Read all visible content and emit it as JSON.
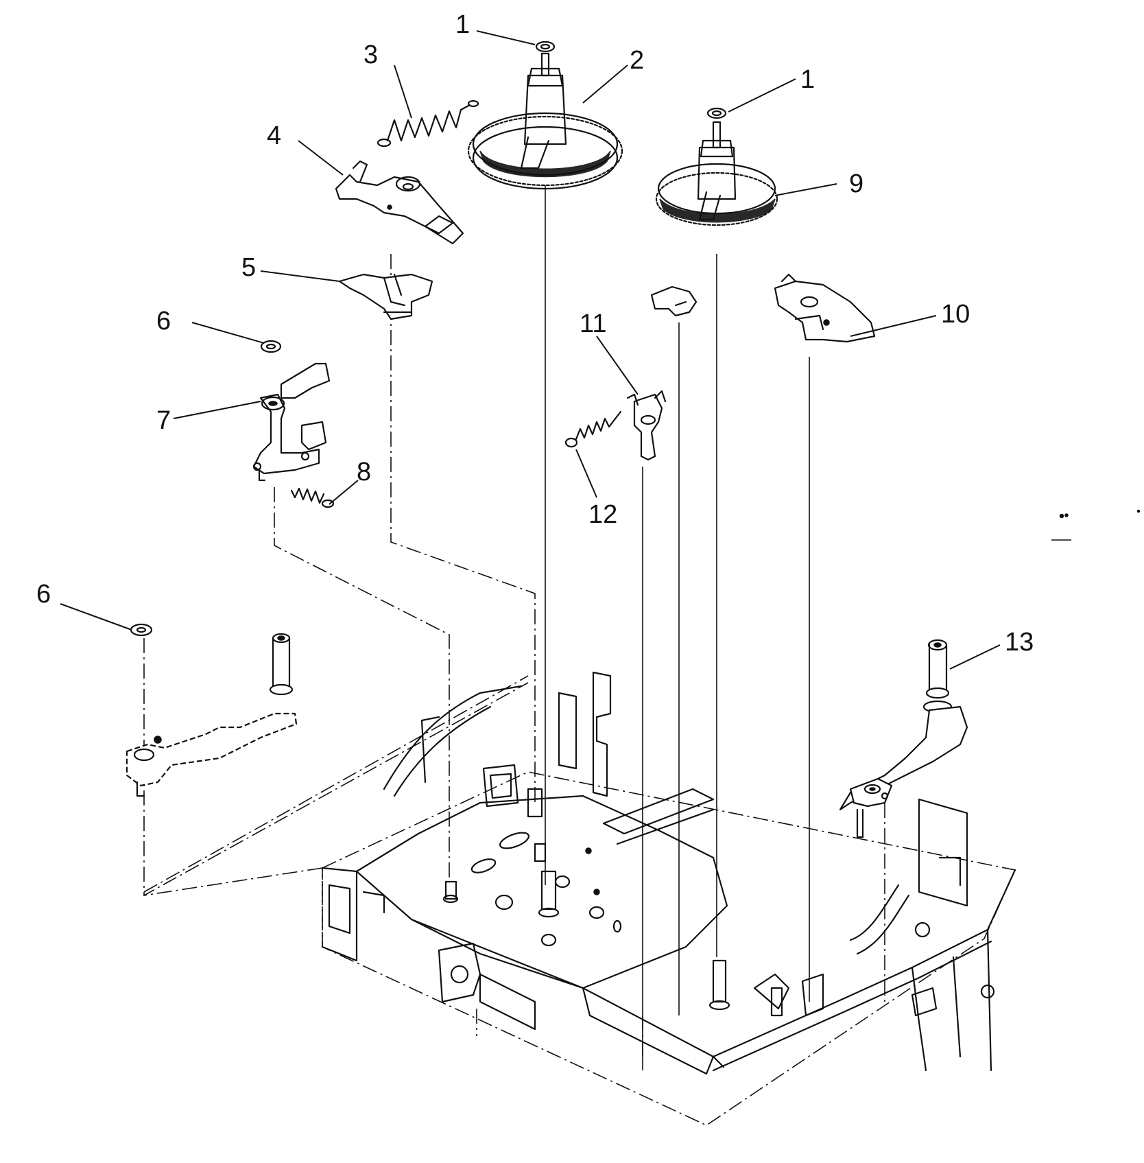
{
  "diagram": {
    "callouts": [
      {
        "id": "c1a",
        "label": "1"
      },
      {
        "id": "c2",
        "label": "2"
      },
      {
        "id": "c3",
        "label": "3"
      },
      {
        "id": "c1b",
        "label": "1"
      },
      {
        "id": "c4",
        "label": "4"
      },
      {
        "id": "c9",
        "label": "9"
      },
      {
        "id": "c5",
        "label": "5"
      },
      {
        "id": "c6a",
        "label": "6"
      },
      {
        "id": "c10",
        "label": "10"
      },
      {
        "id": "c11",
        "label": "11"
      },
      {
        "id": "c7",
        "label": "7"
      },
      {
        "id": "c8",
        "label": "8"
      },
      {
        "id": "c12",
        "label": "12"
      },
      {
        "id": "c6b",
        "label": "6"
      },
      {
        "id": "c13",
        "label": "13"
      }
    ]
  }
}
